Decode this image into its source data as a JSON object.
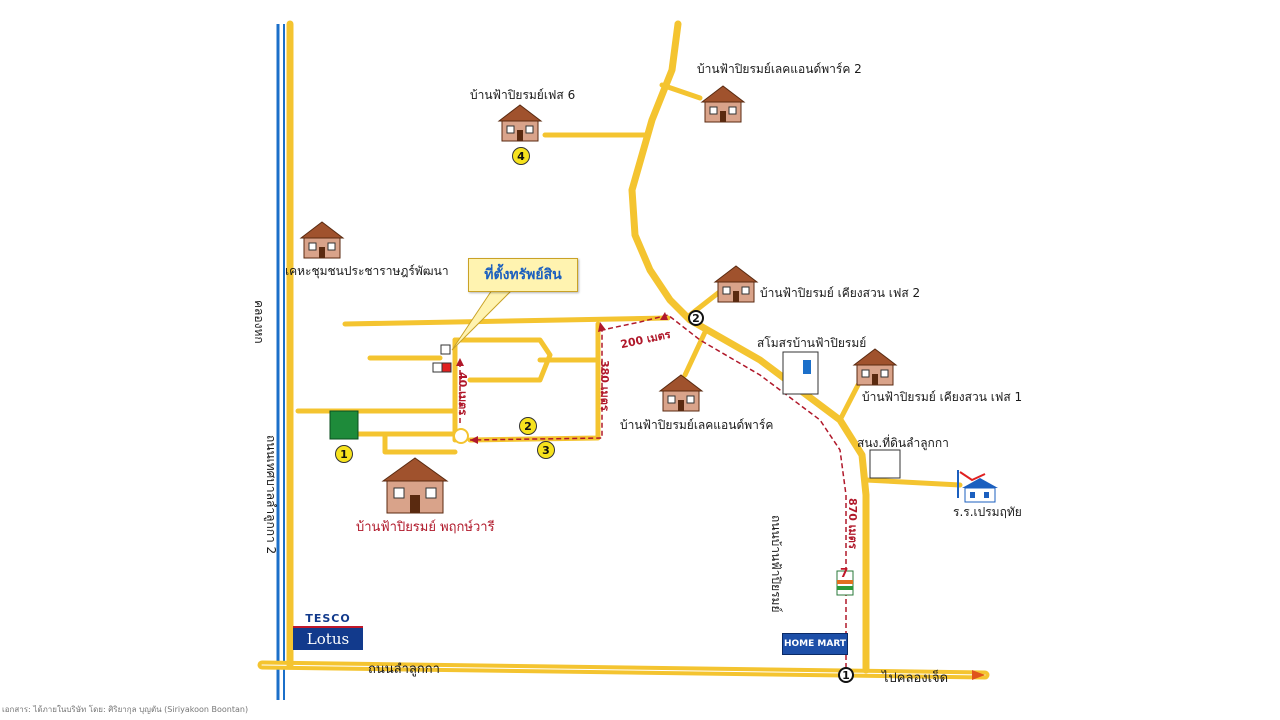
{
  "map": {
    "callout": "ที่ตั้งทรัพย์สิน",
    "places": {
      "lakeland2": "บ้านฟ้าปิยรมย์เลคแอนด์พาร์ค 2",
      "phase6": "บ้านฟ้าปิยรมย์เฟส 6",
      "community": "เคหะชุมชนประชาราษฎร์พัฒนา",
      "riangsuan2": "บ้านฟ้าปิยรมย์ เคียงสวน เฟส 2",
      "club": "สโมสรบ้านฟ้าปิยรมย์",
      "lakeland": "บ้านฟ้าปิยรมย์เลคแอนด์พาร์ค",
      "riangsuan1": "บ้านฟ้าปิยรมย์ เคียงสวน เฟส 1",
      "landoffice": "สนง.ที่ดินลำลูกกา",
      "school": "ร.ร.เปรมฤทัย",
      "phruksa": "บ้านฟ้าปิยรมย์ พฤกษ์วารี"
    },
    "roads": {
      "lamlukka": "ถนนลำลูกกา",
      "to_khlong": "ไปคลองเจ็ด",
      "vertical_left": "ถนนเทศบาลลำลูกกา 2",
      "khlong": "คลองหก",
      "vertical_right": "ถนนบ้านฟ้าปิยรมย์"
    },
    "distances": {
      "d40": "40 เมตร",
      "d380": "380 เมตร",
      "d200": "200 เมตร",
      "d870": "870 เมตร"
    },
    "markers": {
      "m1": "1",
      "m2": "2",
      "m3": "3",
      "m4": "4",
      "j1": "1",
      "j2": "2"
    },
    "brands": {
      "tesco_top": "TESCO",
      "tesco_bottom": "Lotus",
      "homemart": "HOME MART",
      "seven": "7"
    },
    "footer": "เอกสาร: ได้ภายในบริษัท โดย: ศิริยากุล บุญตัน (Siriyakoon Boontan)"
  },
  "colors": {
    "road": "#f4c430",
    "route": "#b0182a",
    "canal": "#1b6fc9"
  }
}
